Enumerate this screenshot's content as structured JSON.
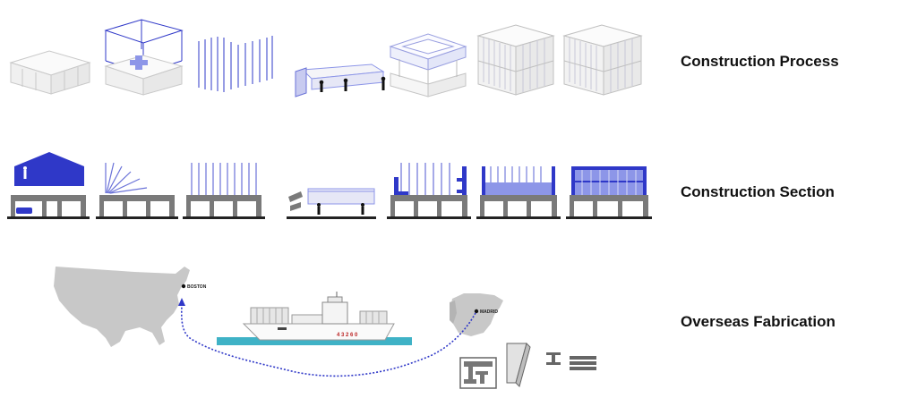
{
  "rows": [
    {
      "label": "Construction Process"
    },
    {
      "label": "Construction Section"
    },
    {
      "label": "Overseas Fabrication"
    }
  ],
  "map": {
    "origin_city": "BOSTON",
    "destination_city": "MADRID",
    "ship_hull_text": "4 3 2 6 0"
  },
  "colors": {
    "accent_blue": "#2f38c8",
    "fill_blue": "#8d96e8",
    "ground": "#222222",
    "gray": "#7a7a7a",
    "map_gray": "#c8c8c8",
    "sea": "#3fb2c6"
  }
}
